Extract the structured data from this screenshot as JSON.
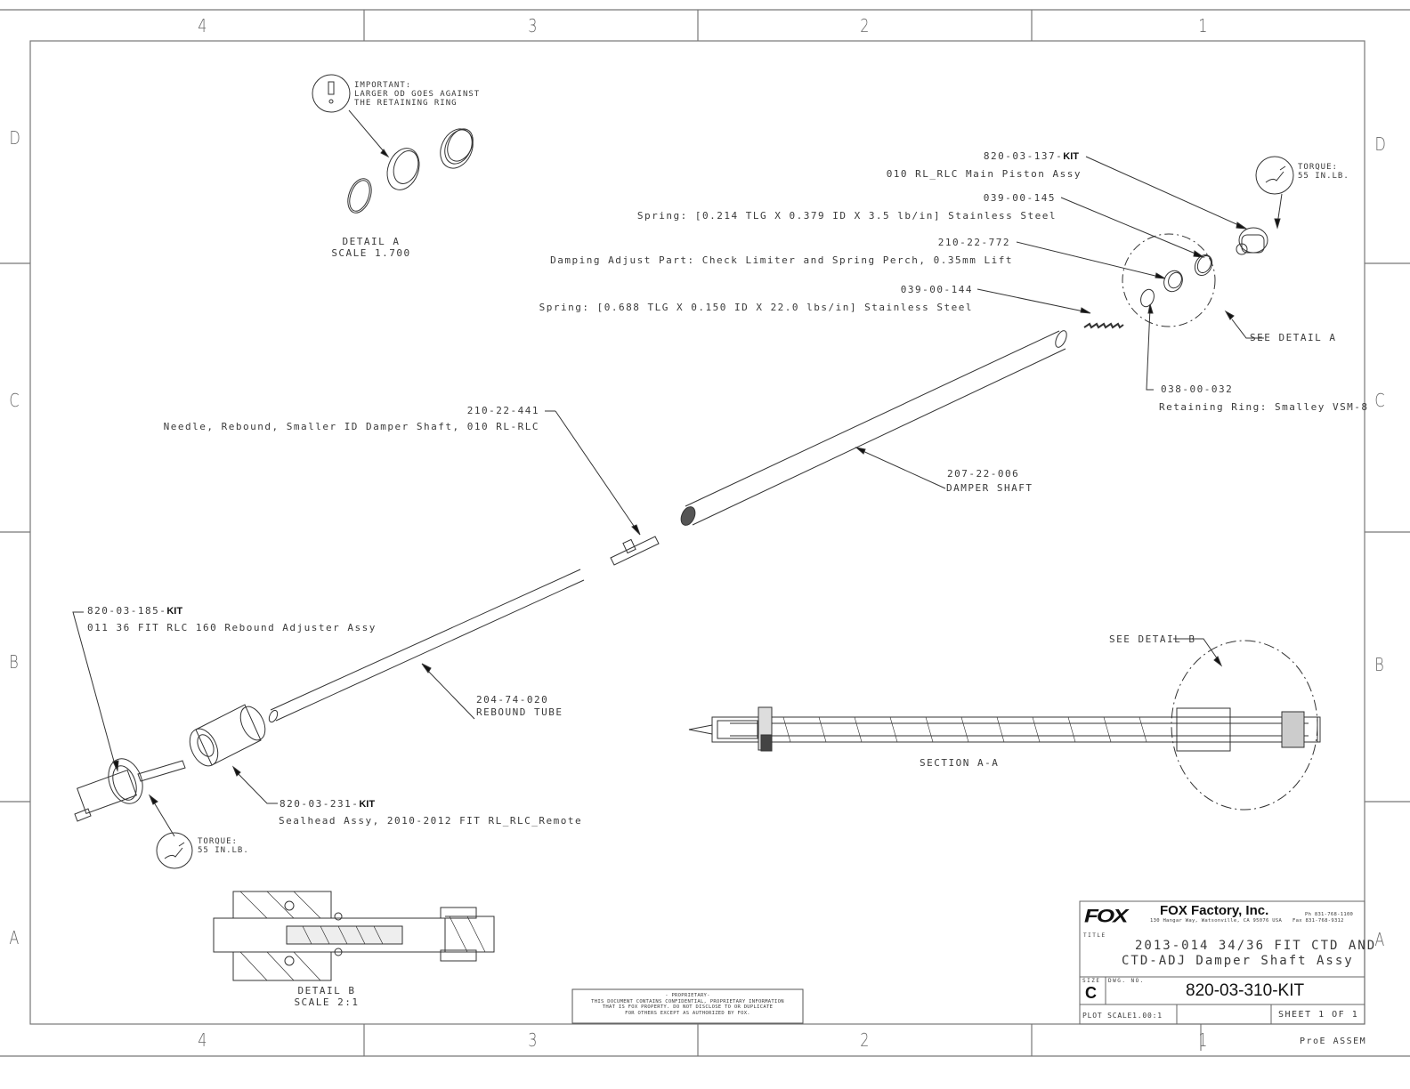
{
  "border": {
    "columns": [
      "4",
      "3",
      "2",
      "1"
    ],
    "rows": [
      "D",
      "C",
      "B",
      "A"
    ]
  },
  "notes": {
    "important": [
      "IMPORTANT:",
      "LARGER OD GOES AGAINST",
      "THE RETAINING RING"
    ],
    "torque_top": [
      "TORQUE:",
      "55 IN.LB."
    ],
    "torque_bottom": [
      "TORQUE:",
      "55 IN.LB."
    ]
  },
  "details": {
    "detail_a": {
      "title": "DETAIL  A",
      "scale": "SCALE  1.700"
    },
    "detail_b": {
      "title": "DETAIL  B",
      "scale": "SCALE  2:1"
    },
    "see_detail_a": "SEE DETAIL  A",
    "see_detail_b": "SEE DETAIL  B",
    "section": "SECTION  A-A"
  },
  "callouts": [
    {
      "part": "820-03-137-",
      "kit": "KIT",
      "desc": "010 RL_RLC Main Piston Assy"
    },
    {
      "part": "039-00-145",
      "desc": "Spring: [0.214 TLG X 0.379 ID X 3.5 lb/in] Stainless Steel"
    },
    {
      "part": "210-22-772",
      "desc": "Damping Adjust Part:  Check Limiter and Spring Perch, 0.35mm Lift"
    },
    {
      "part": "039-00-144",
      "desc": "Spring: [0.688 TLG X 0.150 ID X 22.0 lbs/in] Stainless Steel"
    },
    {
      "part": "038-00-032",
      "desc": "Retaining Ring: Smalley VSM-8"
    },
    {
      "part": "210-22-441",
      "desc": "Needle, Rebound, Smaller ID Damper Shaft, 010 RL-RLC"
    },
    {
      "part": "207-22-006",
      "desc": "DAMPER SHAFT"
    },
    {
      "part": "820-03-185-",
      "kit": "KIT",
      "desc": "011 36 FIT RLC 160 Rebound Adjuster Assy"
    },
    {
      "part": "204-74-020",
      "desc": "REBOUND TUBE"
    },
    {
      "part": "820-03-231-",
      "kit": "KIT",
      "desc": "Sealhead Assy, 2010-2012 FIT RL_RLC_Remote"
    }
  ],
  "proprietary": [
    "- PROPRIETARY-",
    "THIS DOCUMENT CONTAINS CONFIDENTIAL, PROPRIETARY INFORMATION",
    "THAT IS FOX PROPERTY.  DO NOT DISCLOSE TO OR DUPLICATE",
    "FOR OTHERS EXCEPT AS AUTHORIZED BY FOX."
  ],
  "title_block": {
    "logo": "FOX",
    "company": "FOX Factory, Inc.",
    "address": "130 Hangar Way, Watsonville, CA 95076 USA",
    "phone": "Ph 831-768-1100",
    "fax": "Fax 831-768-9312",
    "title_label": "TITLE",
    "title_line1": "2013-014 34/36 FIT CTD AND",
    "title_line2": "CTD-ADJ Damper Shaft Assy",
    "size_label": "SIZE",
    "size": "C",
    "dwg_label": "DWG. NO.",
    "dwg_no": "820-03-310-KIT",
    "plot_scale": "PLOT SCALE1.00:1",
    "sheet": "SHEET 1 OF 1",
    "footer": "ProE ASSEM"
  }
}
